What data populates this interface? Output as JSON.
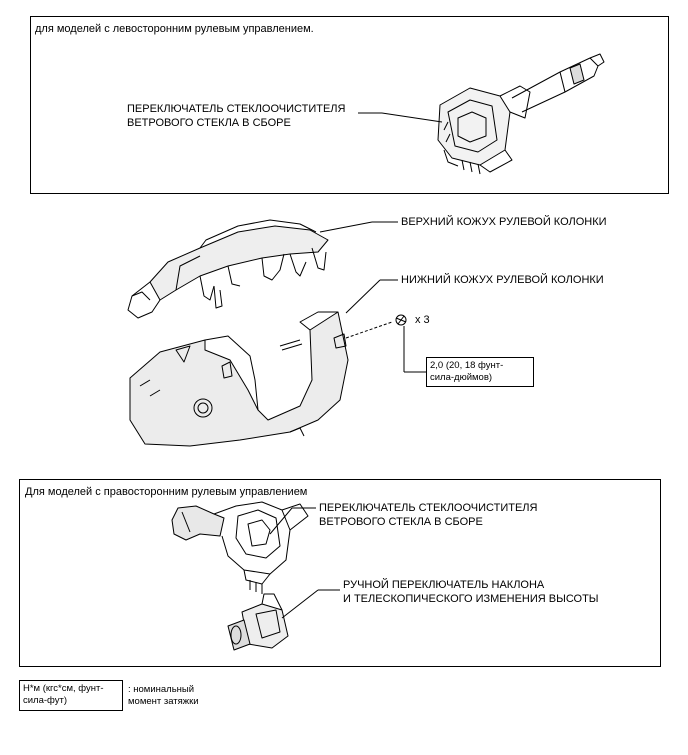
{
  "lhd_section": {
    "title": "для моделей с левосторонним рулевым управлением.",
    "wiper_switch_line1": "ПЕРЕКЛЮЧАТЕЛЬ СТЕКЛООЧИСТИТЕЛЯ",
    "wiper_switch_line2": "ВЕТРОВОГО СТЕКЛА В СБОРЕ"
  },
  "middle_section": {
    "upper_cover": "ВЕРХНИЙ КОЖУХ РУЛЕВОЙ КОЛОНКИ",
    "lower_cover": "НИЖНИЙ КОЖУХ РУЛЕВОЙ КОЛОНКИ",
    "screw_qty": "x 3",
    "torque_line1": "2,0 (20, 18 фунт-",
    "torque_line2": "сила-дюймов)"
  },
  "rhd_section": {
    "title": "Для моделей с правосторонним рулевым управлением",
    "wiper_switch_line1": "ПЕРЕКЛЮЧАТЕЛЬ СТЕКЛООЧИСТИТЕЛЯ",
    "wiper_switch_line2": "ВЕТРОВОГО СТЕКЛА В СБОРЕ",
    "tilt_switch_line1": "РУЧНОЙ ПЕРЕКЛЮЧАТЕЛЬ НАКЛОНА",
    "tilt_switch_line2": "И ТЕЛЕСКОПИЧЕСКОГО ИЗМЕНЕНИЯ ВЫСОТЫ"
  },
  "legend": {
    "unit_line1": "Н*м (кгс*см, фунт-",
    "unit_line2": "сила-фут)",
    "desc_line1": ": номинальный",
    "desc_line2": "момент затяжки"
  }
}
